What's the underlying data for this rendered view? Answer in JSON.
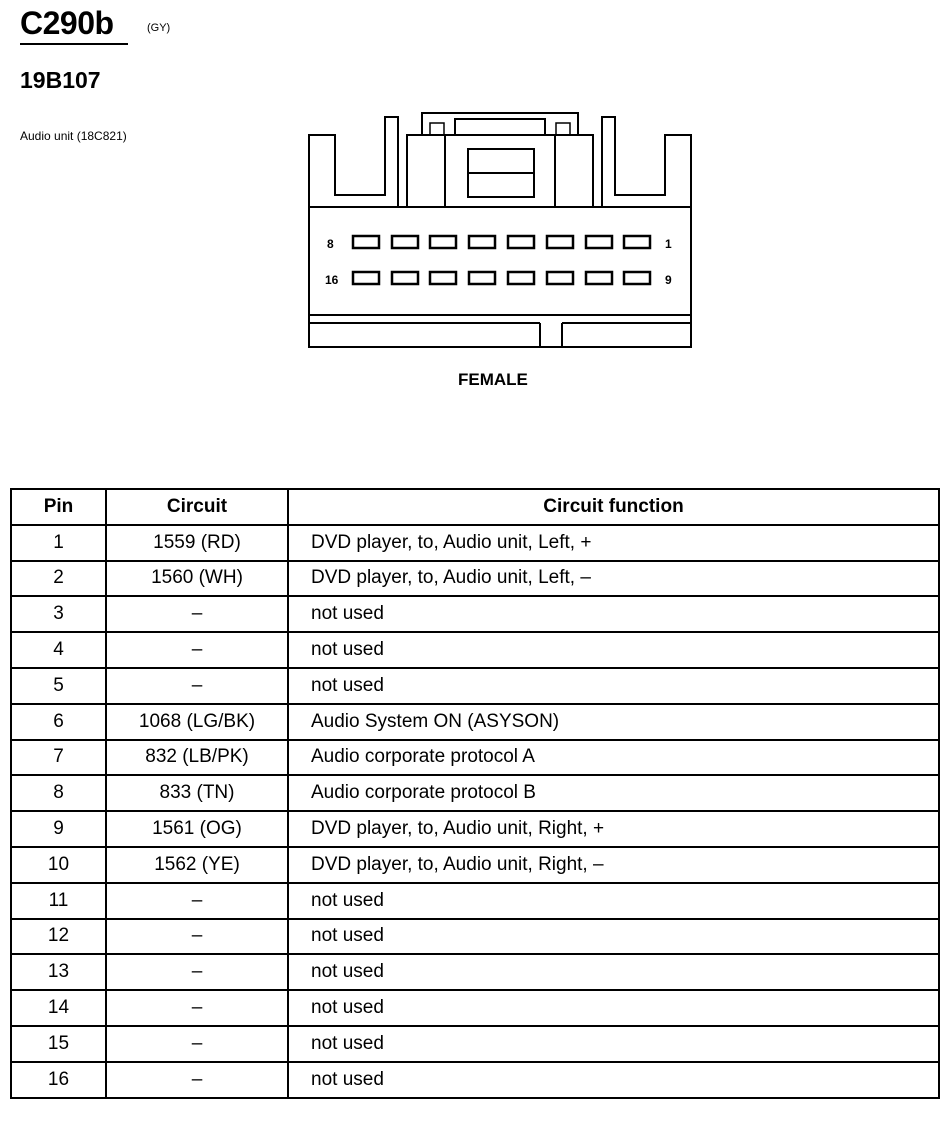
{
  "connector": {
    "id": "C290b",
    "color_code": "(GY)",
    "part_number": "19B107",
    "component": "Audio unit (18C821)",
    "gender": "FEMALE",
    "cavity_labels": {
      "top_left": "8",
      "top_right": "1",
      "bottom_left": "16",
      "bottom_right": "9"
    }
  },
  "table": {
    "headers": {
      "pin": "Pin",
      "circuit": "Circuit",
      "function": "Circuit function"
    },
    "rows": [
      {
        "pin": "1",
        "circuit": "1559 (RD)",
        "function": "DVD player, to, Audio unit, Left, +"
      },
      {
        "pin": "2",
        "circuit": "1560 (WH)",
        "function": "DVD player, to, Audio unit, Left, –"
      },
      {
        "pin": "3",
        "circuit": "–",
        "function": "not used"
      },
      {
        "pin": "4",
        "circuit": "–",
        "function": "not used"
      },
      {
        "pin": "5",
        "circuit": "–",
        "function": "not used"
      },
      {
        "pin": "6",
        "circuit": "1068 (LG/BK)",
        "function": "Audio System ON (ASYSON)"
      },
      {
        "pin": "7",
        "circuit": "832 (LB/PK)",
        "function": "Audio corporate protocol A"
      },
      {
        "pin": "8",
        "circuit": "833 (TN)",
        "function": "Audio corporate protocol B"
      },
      {
        "pin": "9",
        "circuit": "1561 (OG)",
        "function": "DVD player, to, Audio unit, Right, +"
      },
      {
        "pin": "10",
        "circuit": "1562 (YE)",
        "function": "DVD player, to, Audio unit, Right, –"
      },
      {
        "pin": "11",
        "circuit": "–",
        "function": "not used"
      },
      {
        "pin": "12",
        "circuit": "–",
        "function": "not used"
      },
      {
        "pin": "13",
        "circuit": "–",
        "function": "not used"
      },
      {
        "pin": "14",
        "circuit": "–",
        "function": "not used"
      },
      {
        "pin": "15",
        "circuit": "–",
        "function": "not used"
      },
      {
        "pin": "16",
        "circuit": "–",
        "function": "not used"
      }
    ]
  }
}
